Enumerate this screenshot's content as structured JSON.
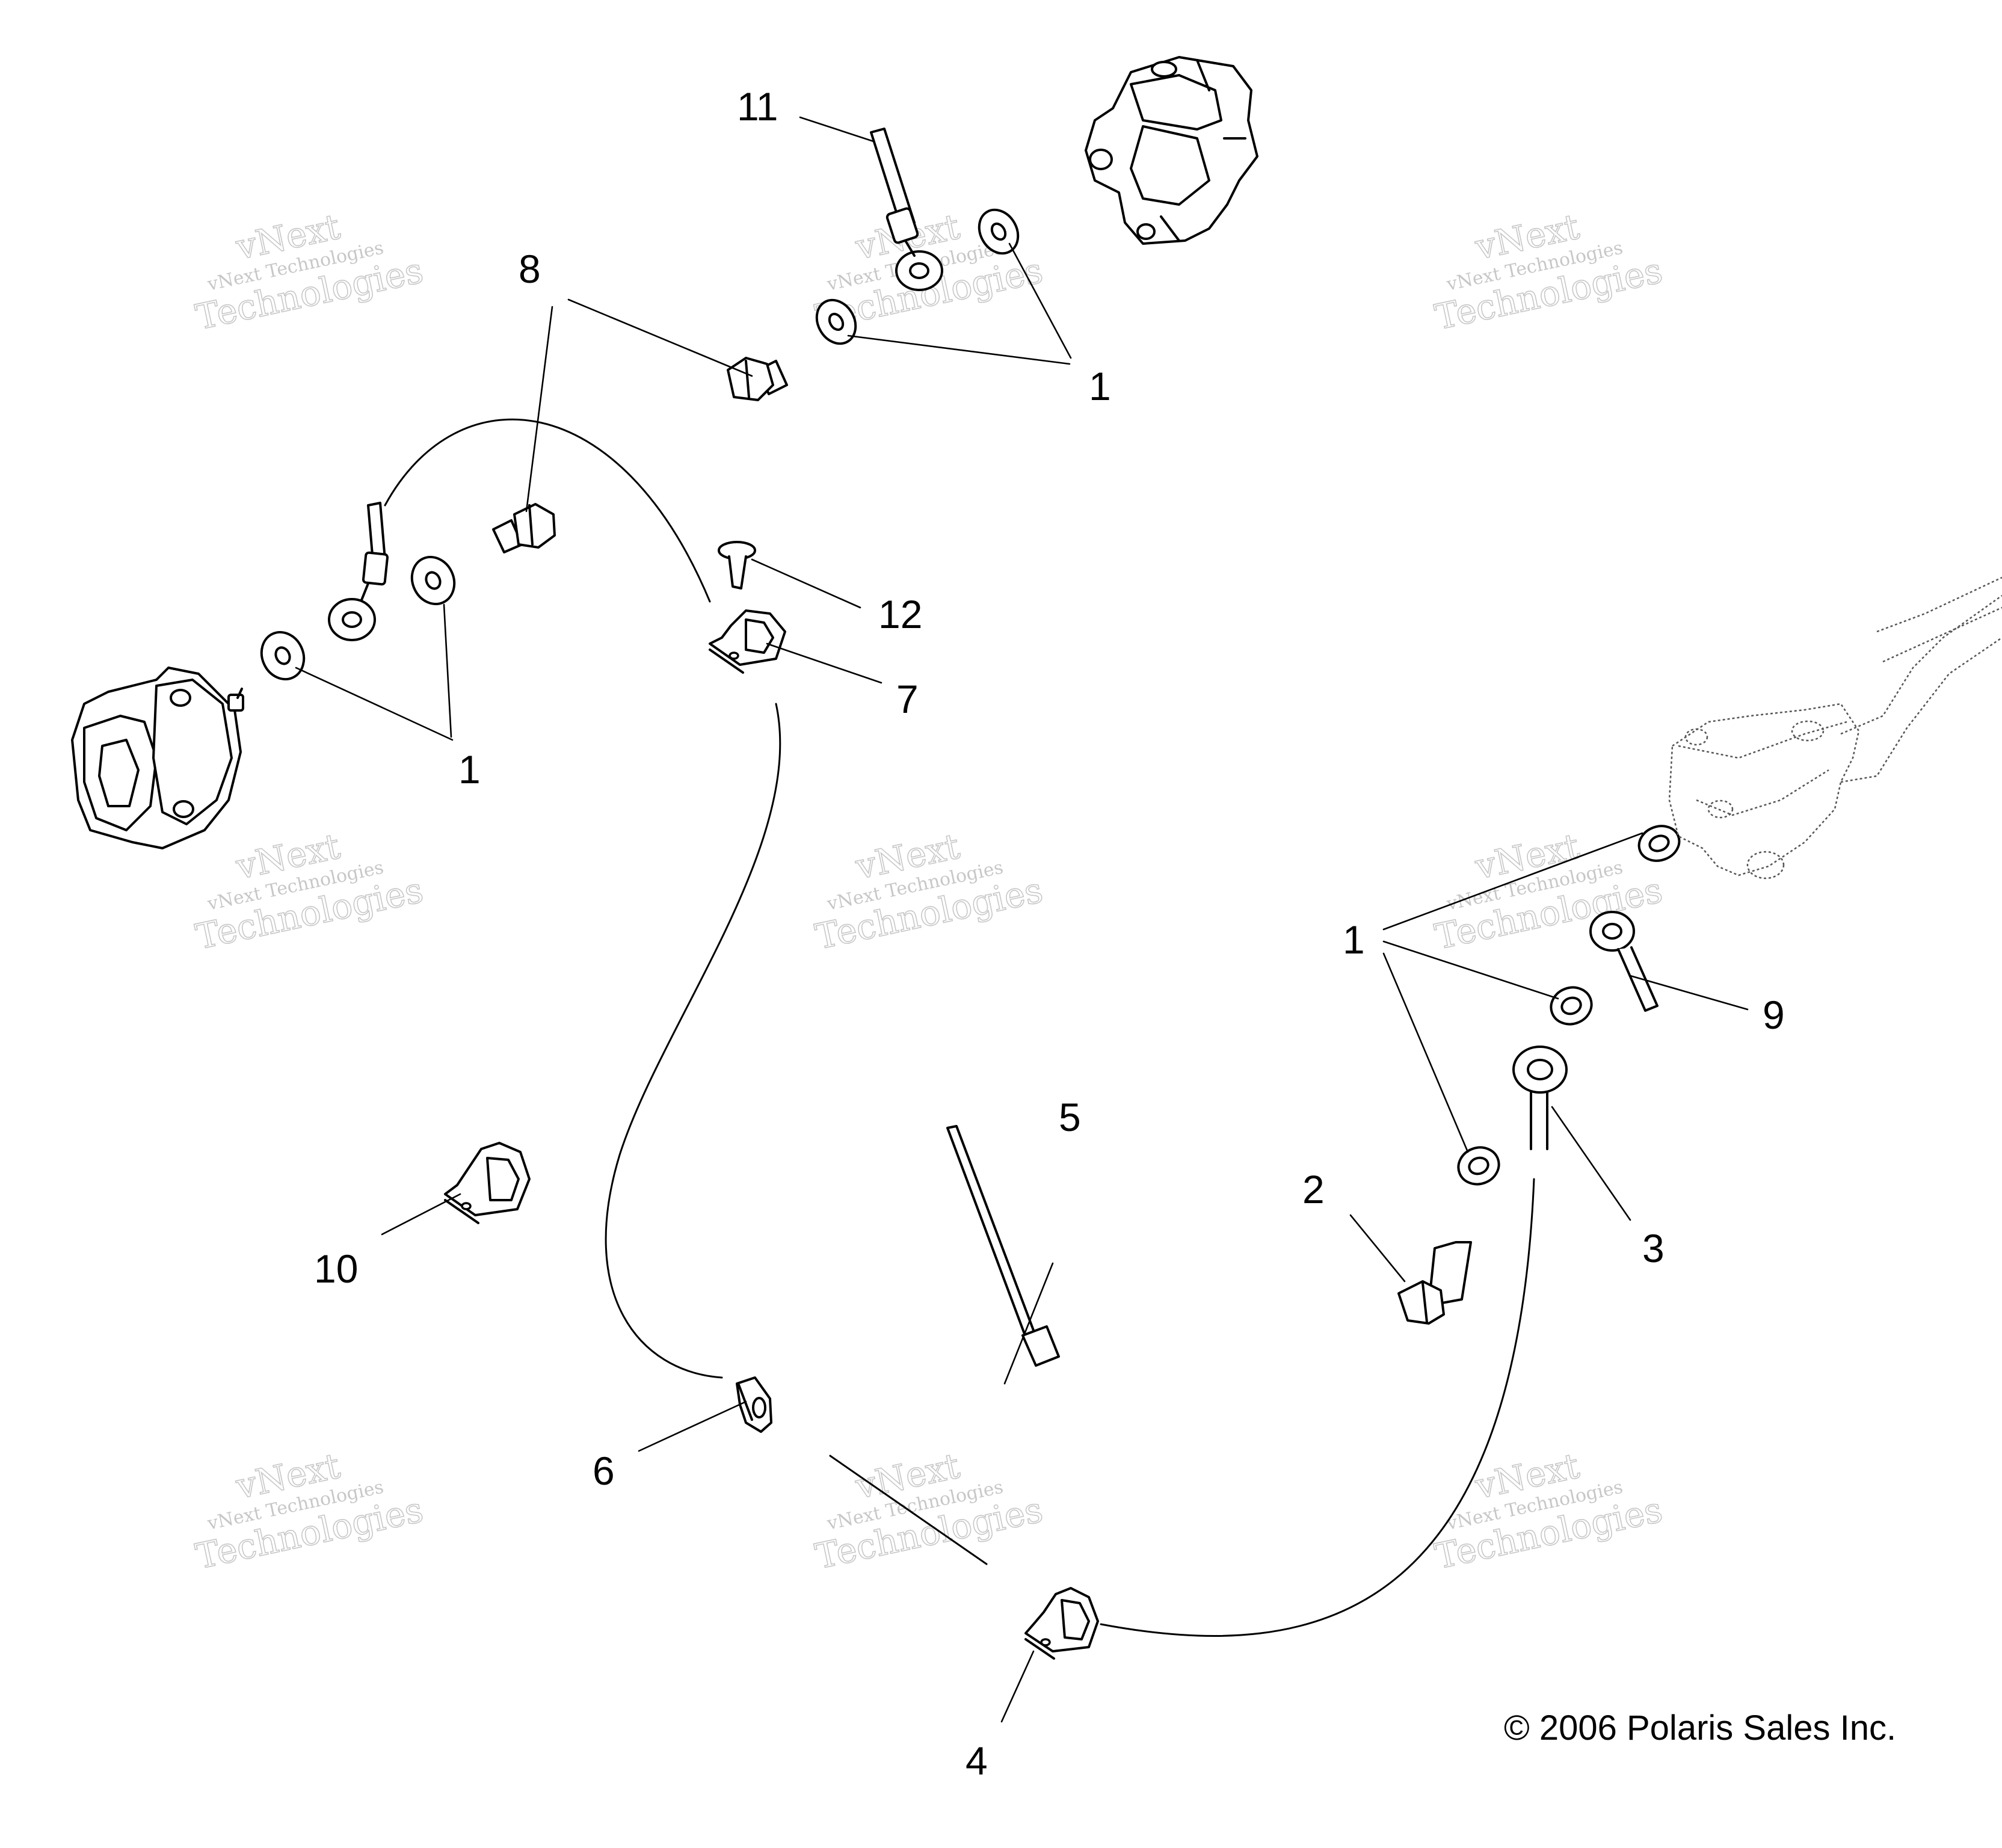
{
  "callouts": {
    "c11": "11",
    "c8": "8",
    "c1_top": "1",
    "c12": "12",
    "c7": "7",
    "c1_left": "1",
    "c1_right": "1",
    "c9": "9",
    "c5": "5",
    "c2": "2",
    "c3": "3",
    "c10": "10",
    "c6": "6",
    "c4": "4"
  },
  "watermark": {
    "line1": "vNext",
    "line2": "vNext Technologies",
    "line3": "Technologies"
  },
  "copyright": "© 2006 Polaris Sales Inc."
}
